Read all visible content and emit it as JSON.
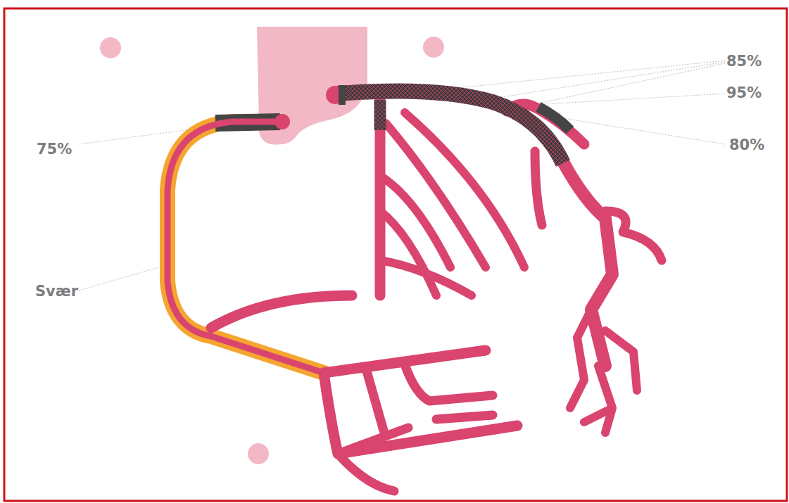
{
  "diagram": {
    "labels": [
      "75%",
      "Svær",
      "85%",
      "95%",
      "80%"
    ]
  }
}
